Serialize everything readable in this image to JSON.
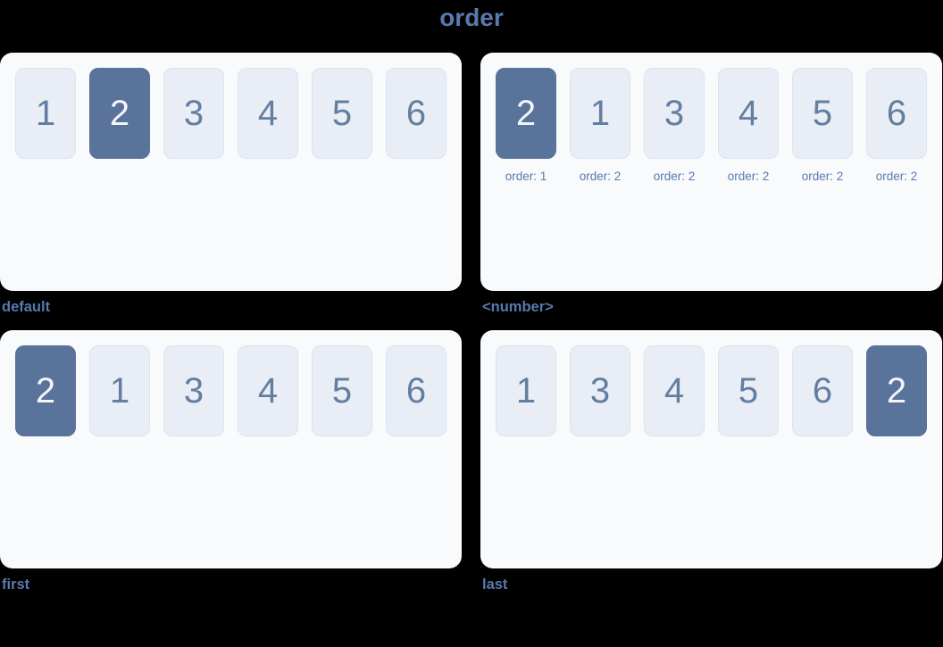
{
  "page": {
    "title": "order",
    "background": "#000000"
  },
  "colors": {
    "accent_text": "#587aad",
    "panel_bg": "#f8fafc",
    "item_bg": "#e9edf6",
    "item_border": "#dce3f0",
    "item_text": "#627ea0",
    "highlight_bg": "#59739b",
    "highlight_text": "#f2f5fa",
    "page_bg": "#000000"
  },
  "panels": [
    {
      "id": "default",
      "label": "default",
      "items": [
        {
          "value": "1",
          "highlighted": false
        },
        {
          "value": "2",
          "highlighted": true
        },
        {
          "value": "3",
          "highlighted": false
        },
        {
          "value": "4",
          "highlighted": false
        },
        {
          "value": "5",
          "highlighted": false
        },
        {
          "value": "6",
          "highlighted": false
        }
      ]
    },
    {
      "id": "number",
      "label": "<number>",
      "items": [
        {
          "value": "2",
          "highlighted": true,
          "order_label": "order: 1"
        },
        {
          "value": "1",
          "highlighted": false,
          "order_label": "order: 2"
        },
        {
          "value": "3",
          "highlighted": false,
          "order_label": "order: 2"
        },
        {
          "value": "4",
          "highlighted": false,
          "order_label": "order: 2"
        },
        {
          "value": "5",
          "highlighted": false,
          "order_label": "order: 2"
        },
        {
          "value": "6",
          "highlighted": false,
          "order_label": "order: 2"
        }
      ]
    },
    {
      "id": "first",
      "label": "first",
      "items": [
        {
          "value": "2",
          "highlighted": true
        },
        {
          "value": "1",
          "highlighted": false
        },
        {
          "value": "3",
          "highlighted": false
        },
        {
          "value": "4",
          "highlighted": false
        },
        {
          "value": "5",
          "highlighted": false
        },
        {
          "value": "6",
          "highlighted": false
        }
      ]
    },
    {
      "id": "last",
      "label": "last",
      "items": [
        {
          "value": "1",
          "highlighted": false
        },
        {
          "value": "3",
          "highlighted": false
        },
        {
          "value": "4",
          "highlighted": false
        },
        {
          "value": "5",
          "highlighted": false
        },
        {
          "value": "6",
          "highlighted": false
        },
        {
          "value": "2",
          "highlighted": true
        }
      ]
    }
  ]
}
